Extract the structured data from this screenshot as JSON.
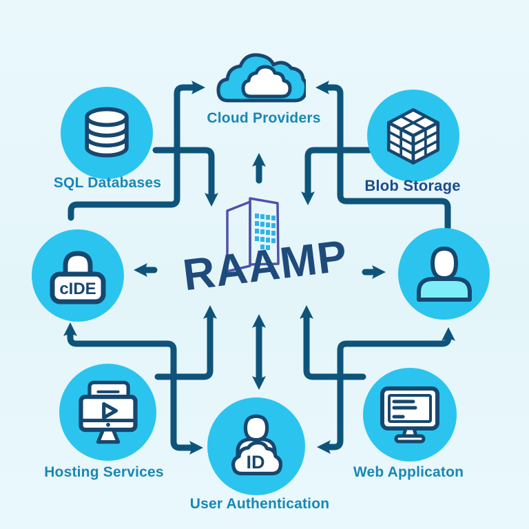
{
  "diagram": {
    "center": {
      "title": "RAAMP",
      "icon": "building-icon"
    },
    "nodes": {
      "cloud_providers": {
        "label": "Cloud Providers",
        "icon": "cloud-icon"
      },
      "sql_databases": {
        "label": "SQL Databases",
        "icon": "database-icon"
      },
      "blob_storage": {
        "label": "Blob Storage",
        "icon": "cube-icon"
      },
      "cide": {
        "lock_text": "cIDE",
        "icon": "lock-icon"
      },
      "user": {
        "icon": "user-icon"
      },
      "hosting_services": {
        "label": "Hosting Services",
        "icon": "media-monitor-icon"
      },
      "user_authentication": {
        "label": "User Authentication",
        "badge": "ID",
        "icon": "id-user-icon"
      },
      "web_application": {
        "label": "Web Applicaton",
        "icon": "monitor-icon"
      }
    },
    "colors": {
      "background": "#e6f6fa",
      "circle": "#2bc4ef",
      "connector": "#0e547a",
      "icon_stroke": "#16476f",
      "label": "#1887b4",
      "label_navy": "#1d4b8c",
      "title": "#1e4b7c",
      "building": "#4f51a8",
      "window": "#2fb3e8",
      "person_fill": "#7deef7"
    }
  }
}
